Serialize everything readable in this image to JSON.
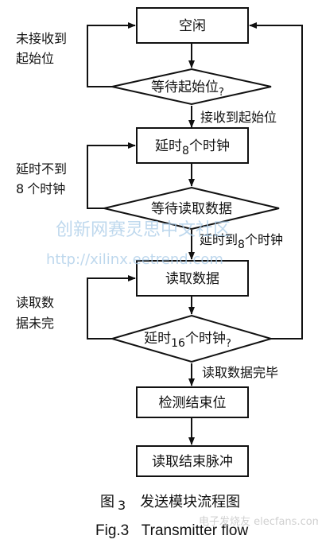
{
  "nodes": {
    "idle": "空闲",
    "wait_start": {
      "a": "等待起始位",
      "b": "?"
    },
    "delay8": {
      "a": "延时",
      "b": "8",
      "c": "个时钟"
    },
    "wait_read": "等待读取数据",
    "read": "读取数据",
    "delay16": {
      "a": "延时",
      "b": "16",
      "c": "个时钟",
      "d": "?"
    },
    "check_stop": "检测结束位",
    "read_stop": "读取结束脉冲"
  },
  "edges": {
    "not_received": {
      "l1": "未接收到",
      "l2": "起始位"
    },
    "received": "接收到起始位",
    "delay_not_reached": {
      "l1": "延时不到",
      "l2a": "8",
      "l2b": "个时钟"
    },
    "delay_reached": {
      "a": "延时到",
      "b": "8",
      "c": "个时钟"
    },
    "read_incomplete": {
      "l1": "读取数",
      "l2": "据未完"
    },
    "read_complete": "读取数据完毕"
  },
  "caption": {
    "cn_prefix": "图",
    "cn_num": "3",
    "cn_title": "发送模块流程图",
    "en": "Fig.3   Transmitter flow"
  },
  "watermark": {
    "line1": "创新网赛灵思中文社区",
    "line2": "http://xilinx.eetrend.com"
  },
  "logo": "电子发烧友 elecfans.com"
}
